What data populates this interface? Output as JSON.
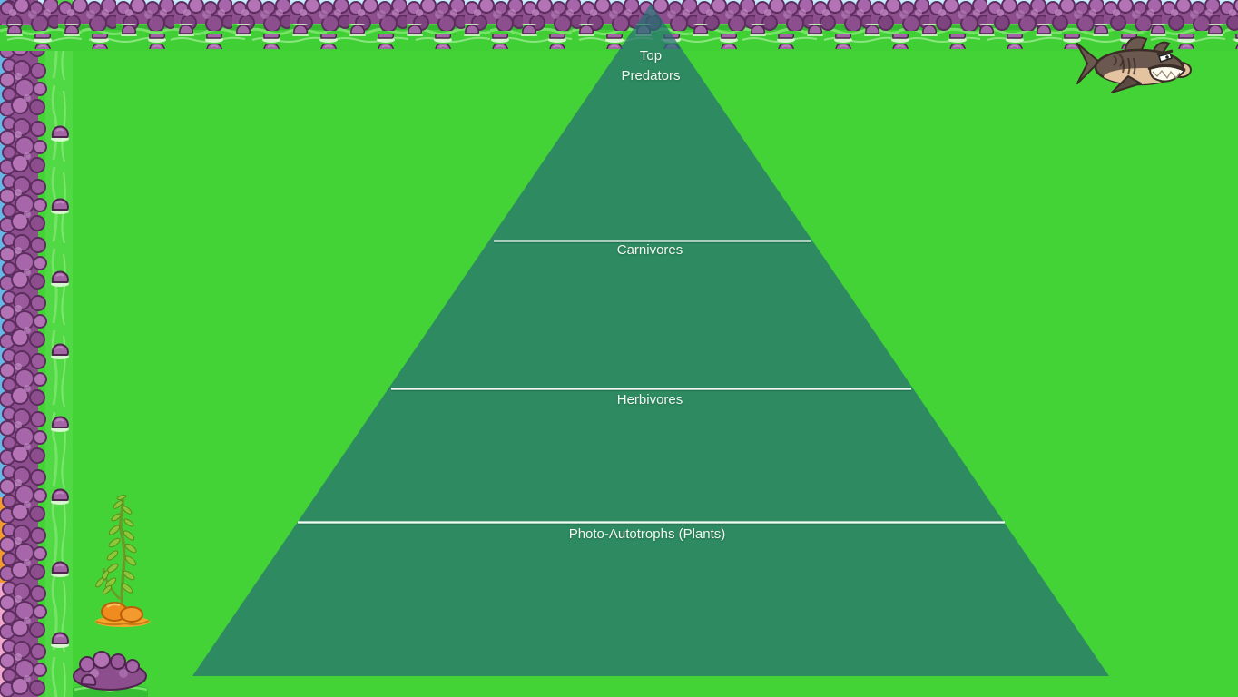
{
  "pyramid": {
    "levels": [
      {
        "label": "Top Predators"
      },
      {
        "label": "Carnivores"
      },
      {
        "label": "Herbivores"
      },
      {
        "label": "Photo-Autotrophs (Plants)"
      }
    ]
  },
  "icons": {
    "shark": "shark-icon",
    "seaweed": "seaweed-icon",
    "pebble": "pebble-icon",
    "rock_border": "rock-border"
  },
  "colors": {
    "background_green": "#44D336",
    "water_edge_green": "#41CF36",
    "streak_green": "#7EE66E",
    "rock_purple": "#9A5A9B",
    "rock_outline": "#552A57",
    "pyramid_overlay": "rgba(37,111,114,0.72)",
    "divider_line": "#FFFFFF",
    "label_text": "#F2F7F2",
    "sky_blue": "#A9DDF4",
    "seaweed_rock_orange": "#EF8B1F"
  }
}
